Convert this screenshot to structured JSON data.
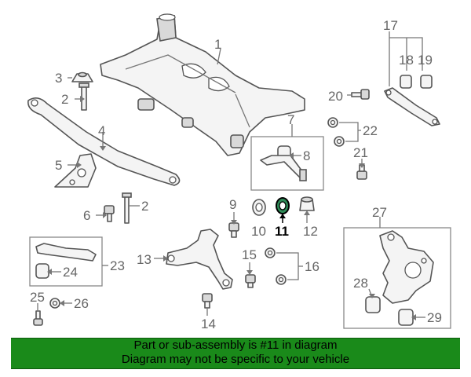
{
  "callouts": {
    "c1": "1",
    "c2a": "2",
    "c2b": "2",
    "c3": "3",
    "c4": "4",
    "c5": "5",
    "c6": "6",
    "c7": "7",
    "c8": "8",
    "c9": "9",
    "c10": "10",
    "c11": "11",
    "c12": "12",
    "c13": "13",
    "c14": "14",
    "c15": "15",
    "c16": "16",
    "c17": "17",
    "c18": "18",
    "c19": "19",
    "c20": "20",
    "c21": "21",
    "c22": "22",
    "c23": "23",
    "c24": "24",
    "c25": "25",
    "c26": "26",
    "c27": "27",
    "c28": "28",
    "c29": "29"
  },
  "footer": {
    "line1": "Part or sub-assembly is #11 in diagram",
    "line2": "Diagram may not be specific to your vehicle"
  },
  "colors": {
    "banner": "#1a8a1a",
    "highlight_part": "#2e8b57"
  }
}
